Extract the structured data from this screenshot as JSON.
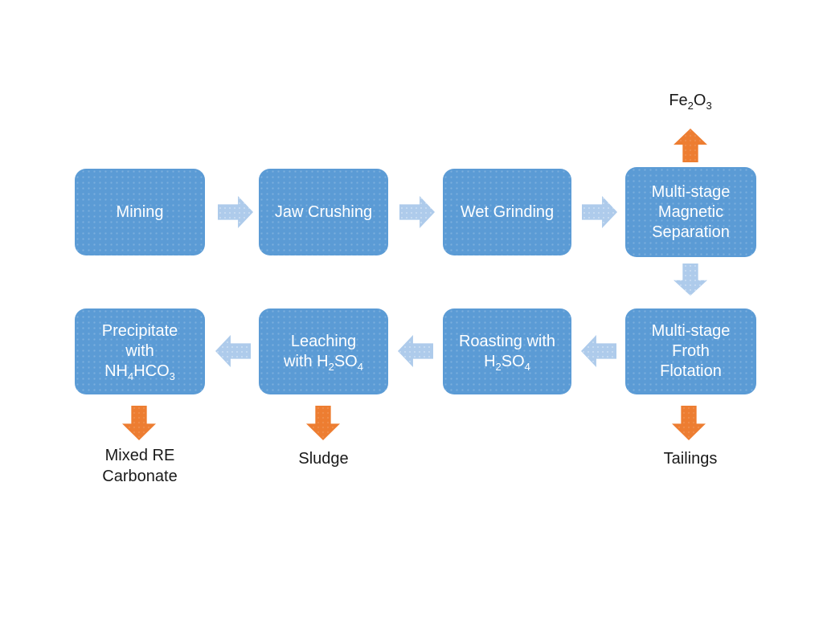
{
  "diagram": {
    "boxes": {
      "mining": {
        "label": "Mining"
      },
      "jaw_crushing": {
        "label": "Jaw Crushing"
      },
      "wet_grinding": {
        "label": "Wet Grinding"
      },
      "magnetic_separation": {
        "label": "Multi-stage\nMagnetic\nSeparation"
      },
      "froth_flotation": {
        "label": "Multi-stage\nFroth\nFlotation"
      },
      "roasting": {
        "label": "Roasting with\nH₂SO₄"
      },
      "leaching": {
        "label": "Leaching\nwith H₂SO₄"
      },
      "precipitate": {
        "label": "Precipitate\nwith\nNH₄HCO₃"
      }
    },
    "outputs": {
      "fe2o3": {
        "label": "Fe₂O₃"
      },
      "mixed_re_carbonate": {
        "label": "Mixed RE\nCarbonate"
      },
      "sludge": {
        "label": "Sludge"
      },
      "tailings": {
        "label": "Tailings"
      }
    },
    "colors": {
      "process_box": "#5B9BD5",
      "flow_arrow": "#AECBEB",
      "output_arrow": "#ED7D31",
      "box_text": "#FFFFFF",
      "label_text": "#1A1A1A",
      "background": "#FFFFFF"
    }
  }
}
